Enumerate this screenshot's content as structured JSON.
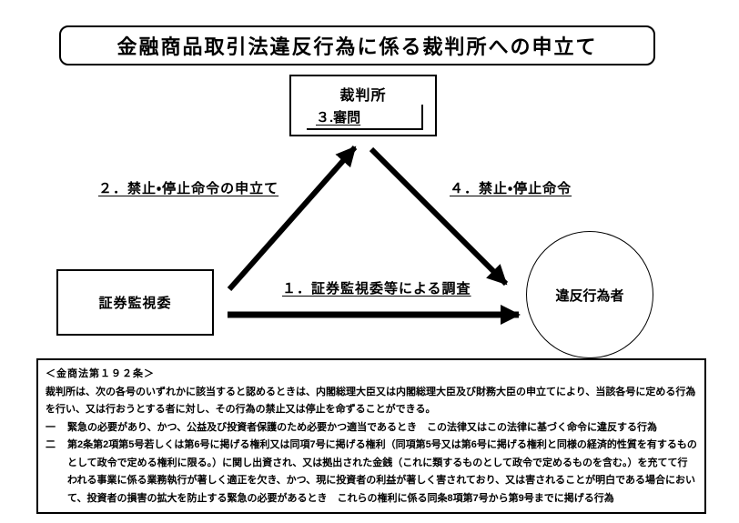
{
  "title": "金融商品取引法違反行為に係る裁判所への申立て",
  "nodes": {
    "court": {
      "label": "裁判所",
      "sublabel": "３.審問"
    },
    "sesc": {
      "label": "証券監視委"
    },
    "violator": {
      "label": "違反行為者"
    }
  },
  "arrows": {
    "investigation": {
      "label": "１．証券監視委等による調査"
    },
    "petition": {
      "label": "２．禁止・停止命令の申立て"
    },
    "order": {
      "label": "４．禁止・停止命令"
    }
  },
  "law_box": {
    "heading": "＜金商法第１９２条＞",
    "preamble": "裁判所は、次の各号のいずれかに該当すると認めるときは、内閣総理大臣又は内閣総理大臣及び財務大臣の申立てにより、当該各号に定める行為を行い、又は行おうとする者に対し、その行為の禁止又は停止を命ずることができる。",
    "items": [
      {
        "num": "一",
        "text": "緊急の必要があり、かつ、公益及び投資者保護のため必要かつ適当であるとき　この法律又はこの法律に基づく命令に違反する行為"
      },
      {
        "num": "二",
        "text": "第2条第2項第5号若しくは第6号に掲げる権利又は同項7号に掲げる権利（同項第5号又は第6号に掲げる権利と同様の経済的性質を有するものとして政令で定める権利に限る。）に関し出資され、又は拠出された金銭（これに類するものとして政令で定めるものを含む。）を充てて行われる事業に係る業務執行が著しく適正を欠き、かつ、現に投資者の利益が著しく害されており、又は害されることが明白である場合において、投資者の損害の拡大を防止する緊急の必要があるとき　これらの権利に係る同条8項第7号から第9号までに掲げる行為"
      }
    ]
  },
  "colors": {
    "ink": "#000000",
    "background": "#ffffff"
  }
}
